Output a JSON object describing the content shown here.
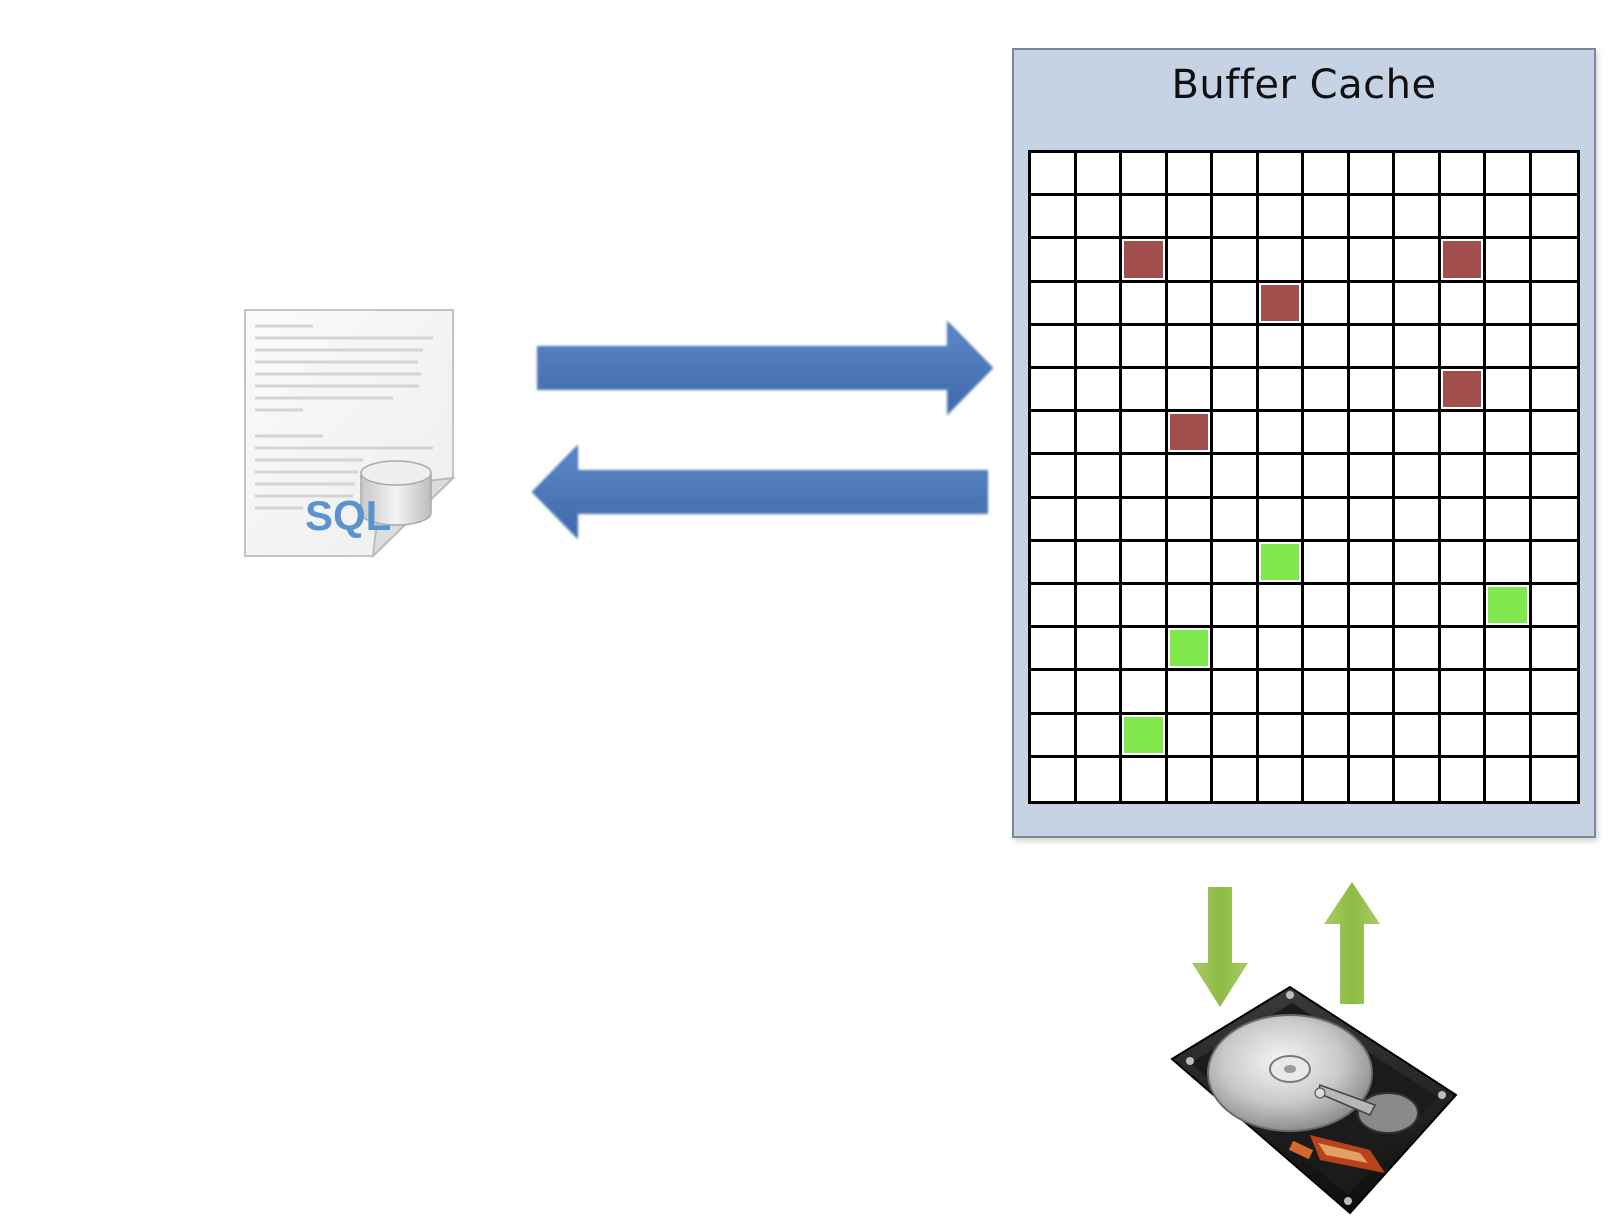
{
  "buffer_cache": {
    "title": "Buffer Cache",
    "rows": 15,
    "columns": 12,
    "dirty_pages": [
      [
        2,
        2
      ],
      [
        2,
        9
      ],
      [
        3,
        5
      ],
      [
        5,
        9
      ],
      [
        6,
        3
      ]
    ],
    "clean_pages": [
      [
        9,
        5
      ],
      [
        10,
        10
      ],
      [
        11,
        3
      ],
      [
        13,
        2
      ]
    ],
    "colors": {
      "panel_bg": "#c6d3e4",
      "cell_empty": "#ffffff",
      "dirty_page": "#a04f4d",
      "clean_page": "#7ee84d",
      "grid_line": "#000000"
    }
  },
  "sql_file": {
    "icon": "sql-file-icon",
    "label": "SQL"
  },
  "arrows": {
    "request": {
      "icon": "arrow-right-icon",
      "color": "#4a76b8"
    },
    "response": {
      "icon": "arrow-left-icon",
      "color": "#4a76b8"
    },
    "disk_read": {
      "icon": "arrow-down-icon",
      "color": "#8fbb45"
    },
    "disk_write": {
      "icon": "arrow-up-icon",
      "color": "#8fbb45"
    }
  },
  "disk": {
    "icon": "hard-drive-icon"
  }
}
